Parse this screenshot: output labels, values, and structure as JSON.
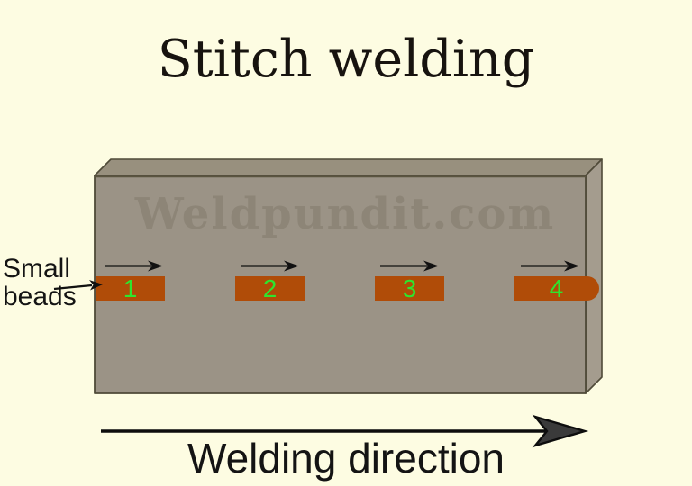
{
  "title": "Stitch welding",
  "watermark": "Weldpundit.com",
  "labels": {
    "small_beads": "Small beads",
    "welding_direction": "Welding direction"
  },
  "beads": [
    {
      "number": "1"
    },
    {
      "number": "2"
    },
    {
      "number": "3"
    },
    {
      "number": "4"
    }
  ],
  "icons": {
    "bead_arrows": "right-arrow",
    "pointer": "right-arrow",
    "direction": "large-right-arrow"
  },
  "colors": {
    "background": "#fdfce2",
    "plate_front": "#9b9386",
    "plate_top": "#98907e",
    "plate_side": "#a49c8e",
    "plate_edge": "#4f4a38",
    "bead": "#b04c08",
    "bead_number_green": "#2ee52e",
    "arrow_black": "#111111",
    "arrowhead_fill": "#3a3a3a",
    "text": "#141414"
  }
}
